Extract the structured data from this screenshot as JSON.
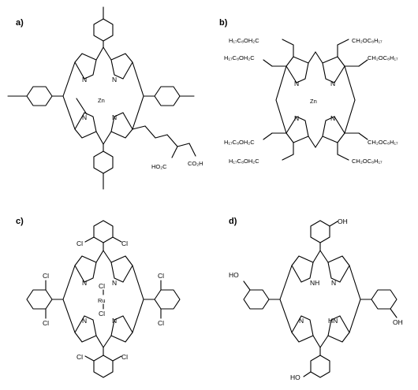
{
  "panels": [
    {
      "label": "a)",
      "metal": "Zn",
      "nitrogen": "N",
      "acid_group_1": "HO₂C",
      "acid_group_2": "CO₂H"
    },
    {
      "label": "b)",
      "metal": "Zn",
      "nitrogen": "N",
      "side_chains": [
        "H₁₇C₈OH₂C",
        "H₁₇C₈OH₂C",
        "CH₂OC₈H₁₇",
        "CH₂OC₈H₁₇",
        "H₁₇C₈OH₂C",
        "H₁₇C₈OH₂C",
        "CH₂OC₈H₁₇",
        "CH₂OC₈H₁₇"
      ]
    },
    {
      "label": "c)",
      "metal": "Ru",
      "nitrogen": "N",
      "axial_ligand": "Cl",
      "substituent": "Cl"
    },
    {
      "label": "d)",
      "nitrogen": "N",
      "nh": "NH",
      "hn": "HN",
      "hydroxyl": "OH",
      "hydroxyl_left": "HO"
    }
  ]
}
